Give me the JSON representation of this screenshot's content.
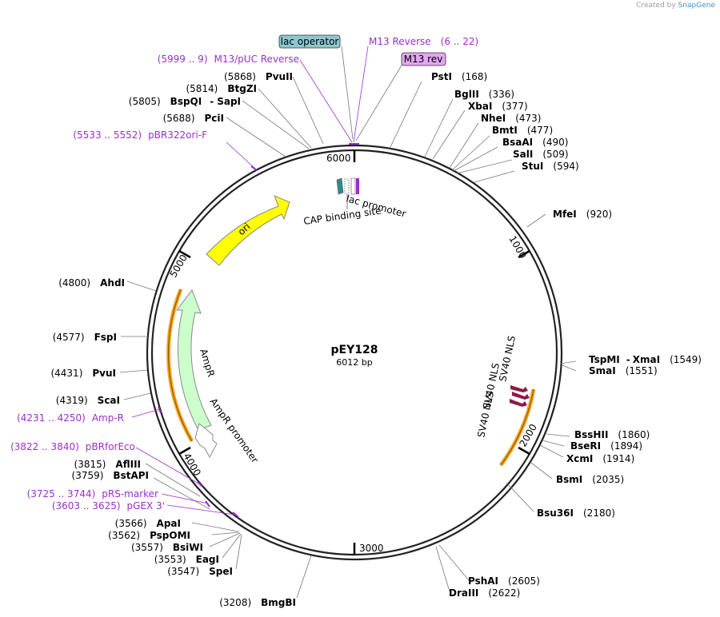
{
  "credit": {
    "prefix": "Created by",
    "brand": "SnapGene"
  },
  "plasmid": {
    "name": "pEY128",
    "size": "6012 bp"
  },
  "ticks": [
    "6000",
    "1000",
    "2000",
    "3000",
    "4000",
    "5000"
  ],
  "colors": {
    "ori": "#ffff00",
    "ampr": "#ccffcc",
    "ampr_promoter": "#ffffff",
    "primer_bind": "#9b2fc9",
    "sv40": "#8b1a4a",
    "lac_operator": "#8ec7d2",
    "m13rev": "#e3a6f0",
    "orange_arc": "#f5a623"
  },
  "features": {
    "ori": "ori",
    "ampr": "AmpR",
    "ampr_promoter": "AmpR promoter",
    "lac_promoter": "lac promoter",
    "cap": "CAP binding site",
    "sv40_a": "SV40 NLS",
    "sv40_b": "SV40 NLS"
  },
  "boxes": {
    "lac_operator": "lac operator",
    "m13_rev": "M13 rev"
  },
  "primers": {
    "m13_reverse": {
      "name": "M13 Reverse",
      "pos": "(6 .. 22)"
    },
    "m13_puc": {
      "pos": "(5999 .. 9)",
      "name": "M13/pUC Reverse"
    },
    "pbr322": {
      "pos": "(5533 .. 5552)",
      "name": "pBR322ori-F"
    },
    "amp_r": {
      "pos": "(4231 .. 4250)",
      "name": "Amp-R"
    },
    "pbrforeco": {
      "pos": "(3822 .. 3840)",
      "name": "pBRforEco"
    },
    "prs_marker": {
      "pos": "(3725 .. 3744)",
      "name": "pRS-marker"
    },
    "pgex3": {
      "pos": "(3603 .. 3625)",
      "name": "pGEX 3'"
    }
  },
  "enzymes": {
    "psti": {
      "name": "PstI",
      "pos": "(168)"
    },
    "bglii": {
      "name": "BglII",
      "pos": "(336)"
    },
    "xbai": {
      "name": "XbaI",
      "pos": "(377)"
    },
    "nhei": {
      "name": "NheI",
      "pos": "(473)"
    },
    "bmti": {
      "name": "BmtI",
      "pos": "(477)"
    },
    "bsaai": {
      "name": "BsaAI",
      "pos": "(490)"
    },
    "sali": {
      "name": "SalI",
      "pos": "(509)"
    },
    "stui": {
      "name": "StuI",
      "pos": "(594)"
    },
    "mfei": {
      "name": "MfeI",
      "pos": "(920)"
    },
    "tspmi": {
      "name": "TspMI",
      "sep": "-",
      "name2": "XmaI",
      "pos": "(1549)"
    },
    "smai": {
      "name": "SmaI",
      "pos": "(1551)"
    },
    "bsshii": {
      "name": "BssHII",
      "pos": "(1860)"
    },
    "beri": {
      "name": "BseRI",
      "pos": "(1894)"
    },
    "xcmi": {
      "name": "XcmI",
      "pos": "(1914)"
    },
    "bsmi": {
      "name": "BsmI",
      "pos": "(2035)"
    },
    "bsu36i": {
      "name": "Bsu36I",
      "pos": "(2180)"
    },
    "pshai": {
      "name": "PshAI",
      "pos": "(2605)"
    },
    "draiii": {
      "name": "DraIII",
      "pos": "(2622)"
    },
    "bmgbi": {
      "pos": "(3208)",
      "name": "BmgBI"
    },
    "spei": {
      "pos": "(3547)",
      "name": "SpeI"
    },
    "eagi": {
      "pos": "(3553)",
      "name": "EagI"
    },
    "bsiwi": {
      "pos": "(3557)",
      "name": "BsiWI"
    },
    "pspomi": {
      "pos": "(3562)",
      "name": "PspOMI"
    },
    "apai": {
      "pos": "(3566)",
      "name": "ApaI"
    },
    "bstapi": {
      "pos": "(3759)",
      "name": "BstAPI"
    },
    "aflii": {
      "pos": "(3815)",
      "name": "AflIII"
    },
    "scai": {
      "pos": "(4319)",
      "name": "ScaI"
    },
    "pvui": {
      "pos": "(4431)",
      "name": "PvuI"
    },
    "fspi": {
      "pos": "(4577)",
      "name": "FspI"
    },
    "ahdi": {
      "pos": "(4800)",
      "name": "AhdI"
    },
    "pcii": {
      "pos": "(5688)",
      "name": "PciI"
    },
    "bspqi": {
      "pos": "(5805)",
      "name": "BspQI",
      "sep": "-",
      "name2": "SapI"
    },
    "btgzi": {
      "pos": "(5814)",
      "name": "BtgZI"
    },
    "pvuii": {
      "pos": "(5868)",
      "name": "PvuII"
    }
  }
}
